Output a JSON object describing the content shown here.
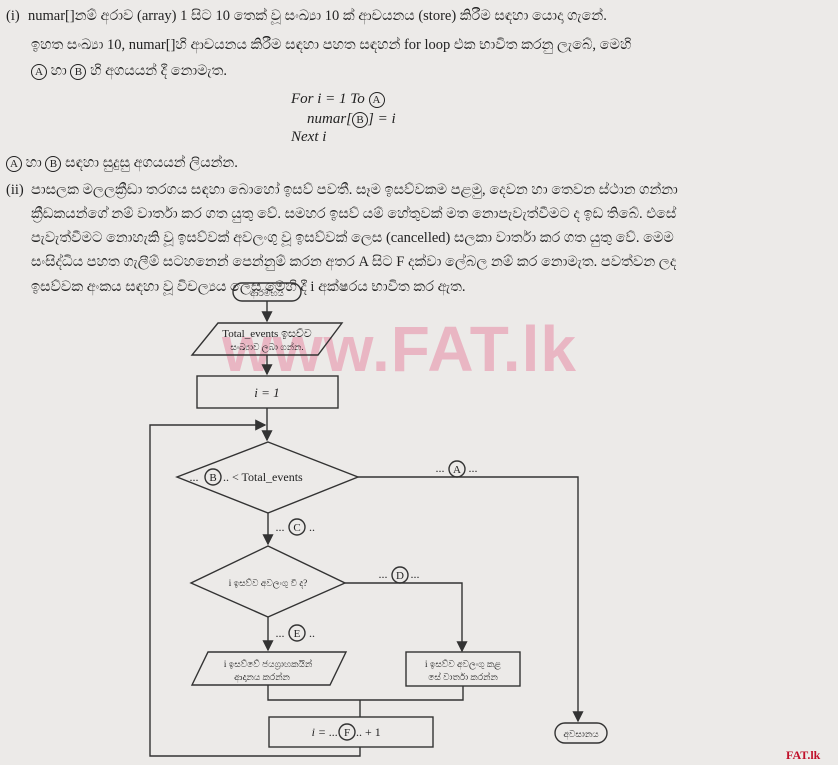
{
  "part_i": {
    "number": "(i)",
    "line1": "numar[]නම් අරාව (array) 1 සිට 10 තෙක් වූ සංඛ්‍යා 10 ක් ආචයනය (store) කිරීම සඳහා යොදා ගැනේ.",
    "line2": "ඉහත සංඛ්‍යා 10, numar[]හි ආචයනය කිරීම සඳහා පහත සඳහන් for loop එක භාවිත කරනු ලැබේ, මෙහි",
    "line3": "හා",
    "line3b": "හි අගයයන් දී නොමැත.",
    "code": {
      "for_line": "For  i = 1  To",
      "assign_pre": "numar[",
      "assign_post": "] = i",
      "next_line": "Next  i"
    },
    "instruction_mid": "හා",
    "instruction": "සඳහා සුදුසු අගයයන් ලියන්න."
  },
  "part_ii": {
    "number": "(ii)",
    "lines": [
      "පාසලක මලලක්‍රීඩා තරගය සඳහා බොහෝ ඉසව් පවතී. සෑම ඉසව්වකම පළමු, දෙවන හා තෙවන ස්ථාන ගන්නා",
      "ක්‍රීඩකයන්ගේ නම් වාර්තා කර ගත යුතු වේ. සමහර ඉසව් යම් හේතුවක් මත නොපැවැත්වීමට ද ඉඩ තිබේ. එසේ",
      "පැවැත්වීමට නොහැකි වූ ඉසව්වක් අවලංගු වූ ඉසව්වක් ලෙස (cancelled) සලකා වාර්තා කර ගත යුතු වේ. මෙම",
      "සංසිද්ධිය පහත ගැලීම් සටහනෙන් පෙන්නුම් කරන අතර A සිට F දක්වා ලේබල නම් කර නොමැත. පවත්වන ලද",
      "ඉසව්වක අංකය සඳහා වූ විචල්‍යය ලෙස මෙහි දී i අක්ෂරය භාවිත කර ඇත."
    ]
  },
  "labels": {
    "A": "A",
    "B": "B",
    "C": "C",
    "D": "D",
    "E": "E",
    "F": "F"
  },
  "flowchart": {
    "start": "ආරම්භය",
    "input_line1": "Total_events ඉසව්ව",
    "input_line2": "සංඛ්‍යාව ලබා ගන්න.",
    "init": "i = 1",
    "decision1_pre": "...",
    "decision1_post": ".. <  Total_events",
    "decision2": "i  ඉසව්ව අවලංගු වී ද?",
    "output_line1": "i ඉසව්වේ ජයග්‍රාහකයින්",
    "output_line2": "ආදානය කරන්න",
    "cancel_line1": "i ඉසව්ව අවලංගු කළ",
    "cancel_line2": "සේ වාර්තා කරන්න",
    "increment_pre": "i = ...",
    "increment_post": "..  +  1",
    "end": "අවසානය",
    "dots": "...",
    "dots_short": ".."
  },
  "watermark": "www.FAT.lk",
  "corner_logo": "FAT.lk"
}
